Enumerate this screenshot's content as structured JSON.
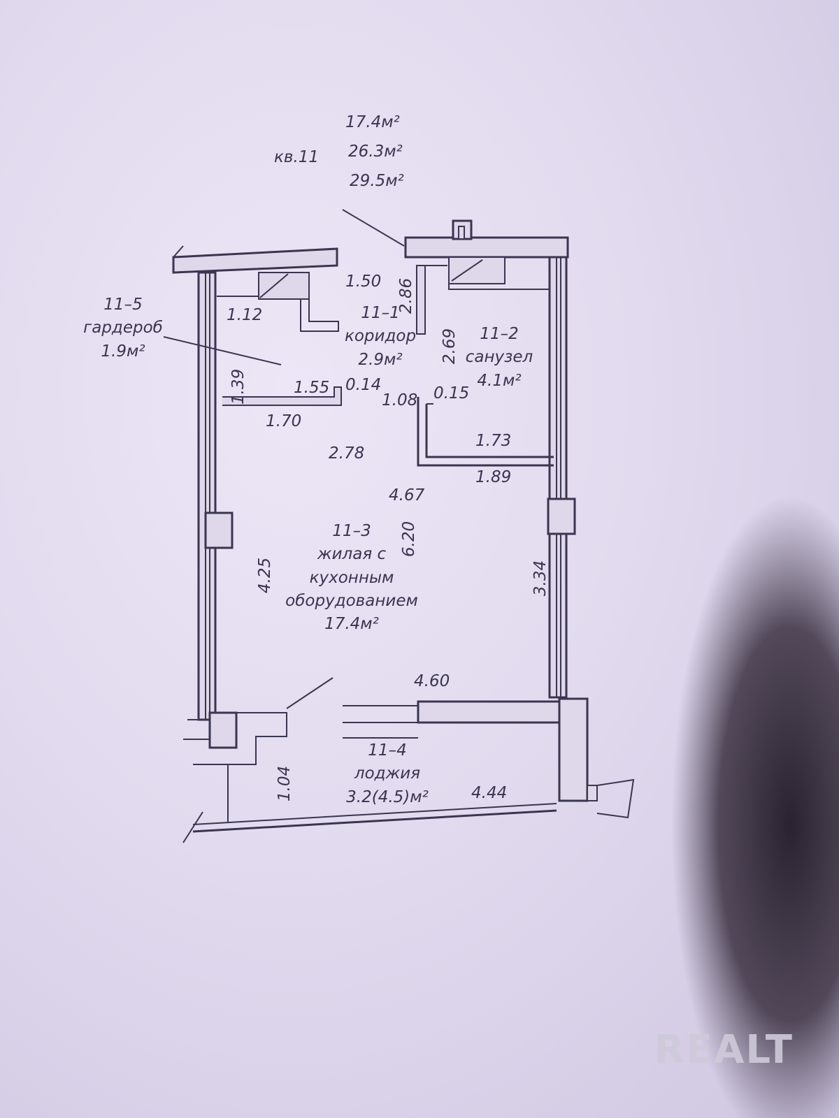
{
  "apartment": {
    "label": "кв.11",
    "area_living": "17.4м²",
    "area_total": "26.3м²",
    "area_total_loggia": "29.5м²"
  },
  "rooms": {
    "wardrobe": {
      "id": "11–5",
      "name": "гардероб",
      "area": "1.9м²"
    },
    "corridor": {
      "id": "11–1",
      "name": "коридор",
      "area": "2.9м²"
    },
    "bathroom": {
      "id": "11–2",
      "name": "санузел",
      "area": "4.1м²"
    },
    "living": {
      "id": "11–3",
      "name_1": "жилая с",
      "name_2": "кухонным",
      "name_3": "оборудованием",
      "area": "17.4м²"
    },
    "loggia": {
      "id": "11–4",
      "name": "лоджия",
      "area": "3.2(4.5)м²"
    }
  },
  "dimensions": {
    "d150": "1.50",
    "d286": "2.86",
    "d112": "1.12",
    "d269": "2.69",
    "d139": "1.39",
    "d155": "1.55",
    "d014": "0.14",
    "d108": "1.08",
    "d015": "0.15",
    "d170": "1.70",
    "d173": "1.73",
    "d278": "2.78",
    "d189": "1.89",
    "d467": "4.67",
    "d620": "6.20",
    "d425": "4.25",
    "d334": "3.34",
    "d460": "4.60",
    "d104": "1.04",
    "d444": "4.44"
  },
  "watermark": "REALT",
  "colors": {
    "ink": "#3a3550",
    "wall_fill": "#ded8ea",
    "paper": "#e6e0f2"
  }
}
